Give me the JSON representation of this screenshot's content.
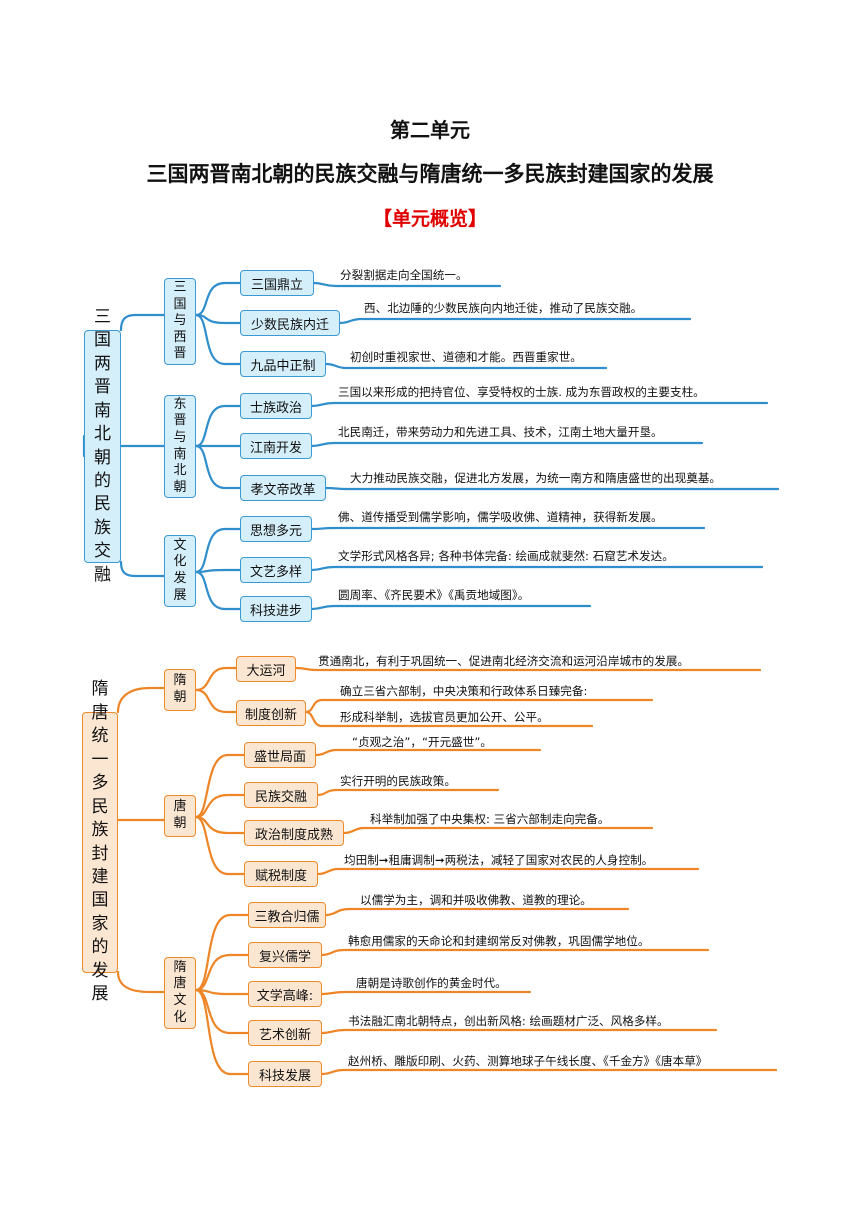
{
  "header": {
    "unit": "第二单元",
    "title": "三国两晋南北朝的民族交融与隋唐统一多民族封建国家的发展",
    "section": "【单元概览】"
  },
  "map1": {
    "root": [
      "三",
      "国",
      "两",
      "晋",
      "南",
      "北",
      "朝",
      "的",
      "民",
      "族",
      "交",
      "融"
    ],
    "groups": [
      {
        "label": [
          "三",
          "国",
          "与",
          "西",
          "晋"
        ],
        "items": [
          {
            "label": "三国鼎立",
            "desc": "分裂割据走向全国统一。"
          },
          {
            "label": "少数民族内迁",
            "desc": "西、北边陲的少数民族向内地迁徙，推动了民族交融。"
          },
          {
            "label": "九品中正制",
            "desc": "初创时重视家世、道德和才能。西晋重家世。"
          }
        ]
      },
      {
        "label": [
          "东",
          "晋",
          "与",
          "南",
          "北",
          "朝"
        ],
        "items": [
          {
            "label": "士族政治",
            "desc": "三国以来形成的把持官位、享受特权的士族. 成为东晋政权的主要支柱。"
          },
          {
            "label": "江南开发",
            "desc": "北民南迁，带来劳动力和先进工具、技术，江南土地大量开垦。"
          },
          {
            "label": "孝文帝改革",
            "desc": "大力推动民族交融，促进北方发展，为统一南方和隋唐盛世的出现奠基。"
          }
        ]
      },
      {
        "label": [
          "文",
          "化",
          "发",
          "展"
        ],
        "items": [
          {
            "label": "思想多元",
            "desc": "佛、道传播受到儒学影响，儒学吸收佛、道精神，获得新发展。"
          },
          {
            "label": "文艺多样",
            "desc": "文学形式风格各异; 各种书体完备: 绘画成就斐然: 石窟艺术发达。"
          },
          {
            "label": "科技进步",
            "desc": "圆周率、《齐民要术》《禹贡地域图》。"
          }
        ]
      }
    ]
  },
  "map2": {
    "root": [
      "隋",
      "唐",
      "统",
      "一",
      "多",
      "民",
      "族",
      "封",
      "建",
      "国",
      "家",
      "的",
      "发",
      "展"
    ],
    "groups": [
      {
        "label": [
          "隋",
          "朝"
        ],
        "items": [
          {
            "label": "大运河",
            "desc": "贯通南北，有利于巩固统一、促进南北经济交流和运河沿岸城市的发展。"
          },
          {
            "label": "制度创新",
            "desc": "确立三省六部制，中央决策和行政体系日臻完备:",
            "desc2": "形成科举制，选拔官员更加公开、公平。"
          }
        ]
      },
      {
        "label": [
          "唐",
          "朝"
        ],
        "items": [
          {
            "label": "盛世局面",
            "desc": "“贞观之治”，“开元盛世”。"
          },
          {
            "label": "民族交融",
            "desc": "实行开明的民族政策。"
          },
          {
            "label": "政治制度成熟",
            "desc": "科举制加强了中央集权: 三省六部制走向完备。"
          },
          {
            "label": "赋税制度",
            "desc": "均田制➞租庸调制➞两税法，减轻了国家对农民的人身控制。"
          }
        ]
      },
      {
        "label": [
          "隋",
          "唐",
          "文",
          "化"
        ],
        "items": [
          {
            "label": "三教合归儒",
            "desc": "以儒学为主，调和并吸收佛教、道教的理论。"
          },
          {
            "label": "复兴儒学",
            "desc": "韩愈用儒家的天命论和封建纲常反对佛教，巩固儒学地位。"
          },
          {
            "label": "文学高峰:",
            "desc": "唐朝是诗歌创作的黄金时代。"
          },
          {
            "label": "艺术创新",
            "desc": "书法融汇南北朝特点，创出新风格: 绘画题材广泛、风格多样。"
          },
          {
            "label": "科技发展",
            "desc": "赵州桥、雕版印刷、火药、测算地球子午线长度、《千金方》《唐本草》"
          }
        ]
      }
    ]
  }
}
